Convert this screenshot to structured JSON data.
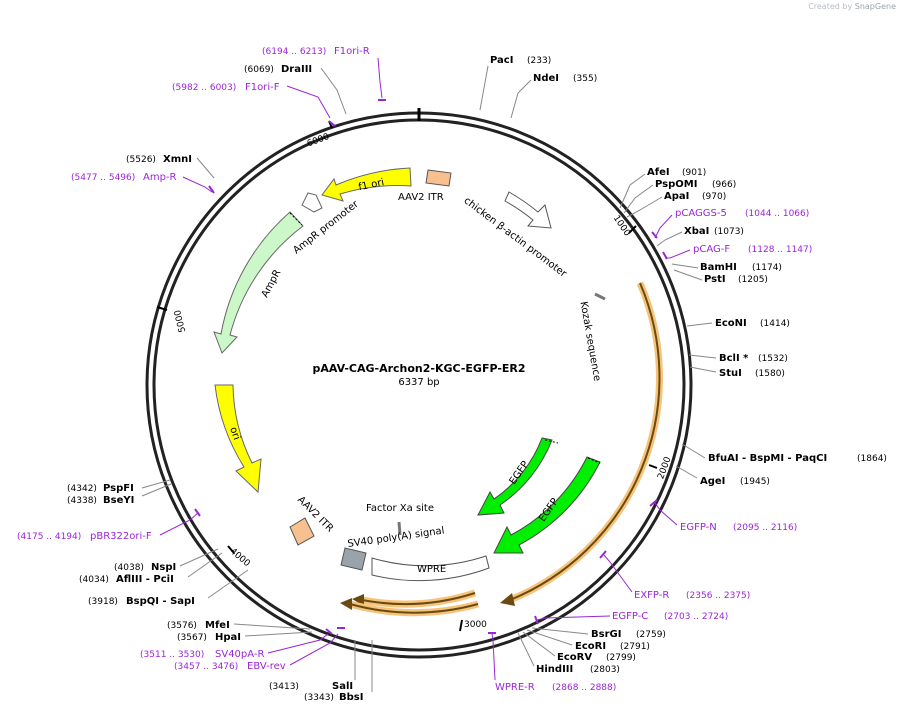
{
  "credit": {
    "prefix": "Created by",
    "brand": "SnapGene"
  },
  "plasmid": {
    "name": "pAAV-CAG-Archon2-KGC-EGFP-ER2",
    "length_label": "6337 bp",
    "length": 6337
  },
  "ticks": [
    "1000",
    "2000",
    "3000",
    "4000",
    "5000",
    "6000"
  ],
  "sites": [
    {
      "name": "PacI",
      "pos": "(233)",
      "bp": 233
    },
    {
      "name": "NdeI",
      "pos": "(355)",
      "bp": 355
    },
    {
      "name": "AfeI",
      "pos": "(901)",
      "bp": 901
    },
    {
      "name": "PspOMI",
      "pos": "(966)",
      "bp": 966
    },
    {
      "name": "ApaI",
      "pos": "(970)",
      "bp": 970
    },
    {
      "name": "XbaI",
      "pos": "(1073)",
      "bp": 1073
    },
    {
      "name": "BamHI",
      "pos": "(1174)",
      "bp": 1174
    },
    {
      "name": "PstI",
      "pos": "(1205)",
      "bp": 1205
    },
    {
      "name": "EcoNI",
      "pos": "(1414)",
      "bp": 1414
    },
    {
      "name": "BclI *",
      "pos": "(1532)",
      "bp": 1532
    },
    {
      "name": "StuI",
      "pos": "(1580)",
      "bp": 1580
    },
    {
      "name": "BfuAI  - BspMI  - PaqCI",
      "pos": "(1864)",
      "bp": 1864
    },
    {
      "name": "AgeI",
      "pos": "(1945)",
      "bp": 1945
    },
    {
      "name": "BsrGI",
      "pos": "(2759)",
      "bp": 2759
    },
    {
      "name": "EcoRI",
      "pos": "(2791)",
      "bp": 2791
    },
    {
      "name": "EcoRV",
      "pos": "(2799)",
      "bp": 2799
    },
    {
      "name": "HindIII",
      "pos": "(2803)",
      "bp": 2803
    },
    {
      "name": "BbsI",
      "pos": "(3343)",
      "bp": 3343
    },
    {
      "name": "SalI",
      "pos": "(3413)",
      "bp": 3413
    },
    {
      "name": "HpaI",
      "pos": "(3567)",
      "bp": 3567
    },
    {
      "name": "MfeI",
      "pos": "(3576)",
      "bp": 3576
    },
    {
      "name": "BspQI  - SapI",
      "pos": "(3918)",
      "bp": 3918
    },
    {
      "name": "AflIII  - PciI",
      "pos": "(4034)",
      "bp": 4034
    },
    {
      "name": "NspI",
      "pos": "(4038)",
      "bp": 4038
    },
    {
      "name": "BseYI",
      "pos": "(4338)",
      "bp": 4338
    },
    {
      "name": "PspFI",
      "pos": "(4342)",
      "bp": 4342
    },
    {
      "name": "XmnI",
      "pos": "(5526)",
      "bp": 5526
    },
    {
      "name": "DraIII",
      "pos": "(6069)",
      "bp": 6069
    }
  ],
  "primers": [
    {
      "name": "pCAGGS-5",
      "range": "(1044 .. 1066)"
    },
    {
      "name": "pCAG-F",
      "range": "(1128 .. 1147)"
    },
    {
      "name": "EGFP-N",
      "range": "(2095 .. 2116)"
    },
    {
      "name": "EXFP-R",
      "range": "(2356 .. 2375)"
    },
    {
      "name": "EGFP-C",
      "range": "(2703 .. 2724)"
    },
    {
      "name": "WPRE-R",
      "range": "(2868 .. 2888)"
    },
    {
      "name": "EBV-rev",
      "range": "(3457 .. 3476)"
    },
    {
      "name": "SV40pA-R",
      "range": "(3511 .. 3530)"
    },
    {
      "name": "pBR322ori-F",
      "range": "(4175 .. 4194)"
    },
    {
      "name": "Amp-R",
      "range": "(5477 .. 5496)"
    },
    {
      "name": "F1ori-F",
      "range": "(5982 .. 6003)"
    },
    {
      "name": "F1ori-R",
      "range": "(6194 .. 6213)"
    }
  ],
  "features": [
    {
      "name": "AAV2 ITR",
      "color": "#f7c08f"
    },
    {
      "name": "chicken β-actin promoter",
      "color": "#ffffff"
    },
    {
      "name": "Kozak sequence",
      "color": "#888888"
    },
    {
      "name": "EGFP",
      "color": "#00ee00"
    },
    {
      "name": "Factor Xa site",
      "color": "#888888"
    },
    {
      "name": "SV40 poly(A) signal",
      "color": "#9aa3ab"
    },
    {
      "name": "WPRE",
      "color": "#ffffff"
    },
    {
      "name": "ori",
      "color": "#ffff00"
    },
    {
      "name": "AmpR",
      "color": "#ccf7c8"
    },
    {
      "name": "AmpR promoter",
      "color": "#ffffff"
    },
    {
      "name": "f1 ori",
      "color": "#ffff00"
    }
  ],
  "colors": {
    "primer": "#9a26d6",
    "backbone": "#000000",
    "orf": "#f0a830"
  }
}
